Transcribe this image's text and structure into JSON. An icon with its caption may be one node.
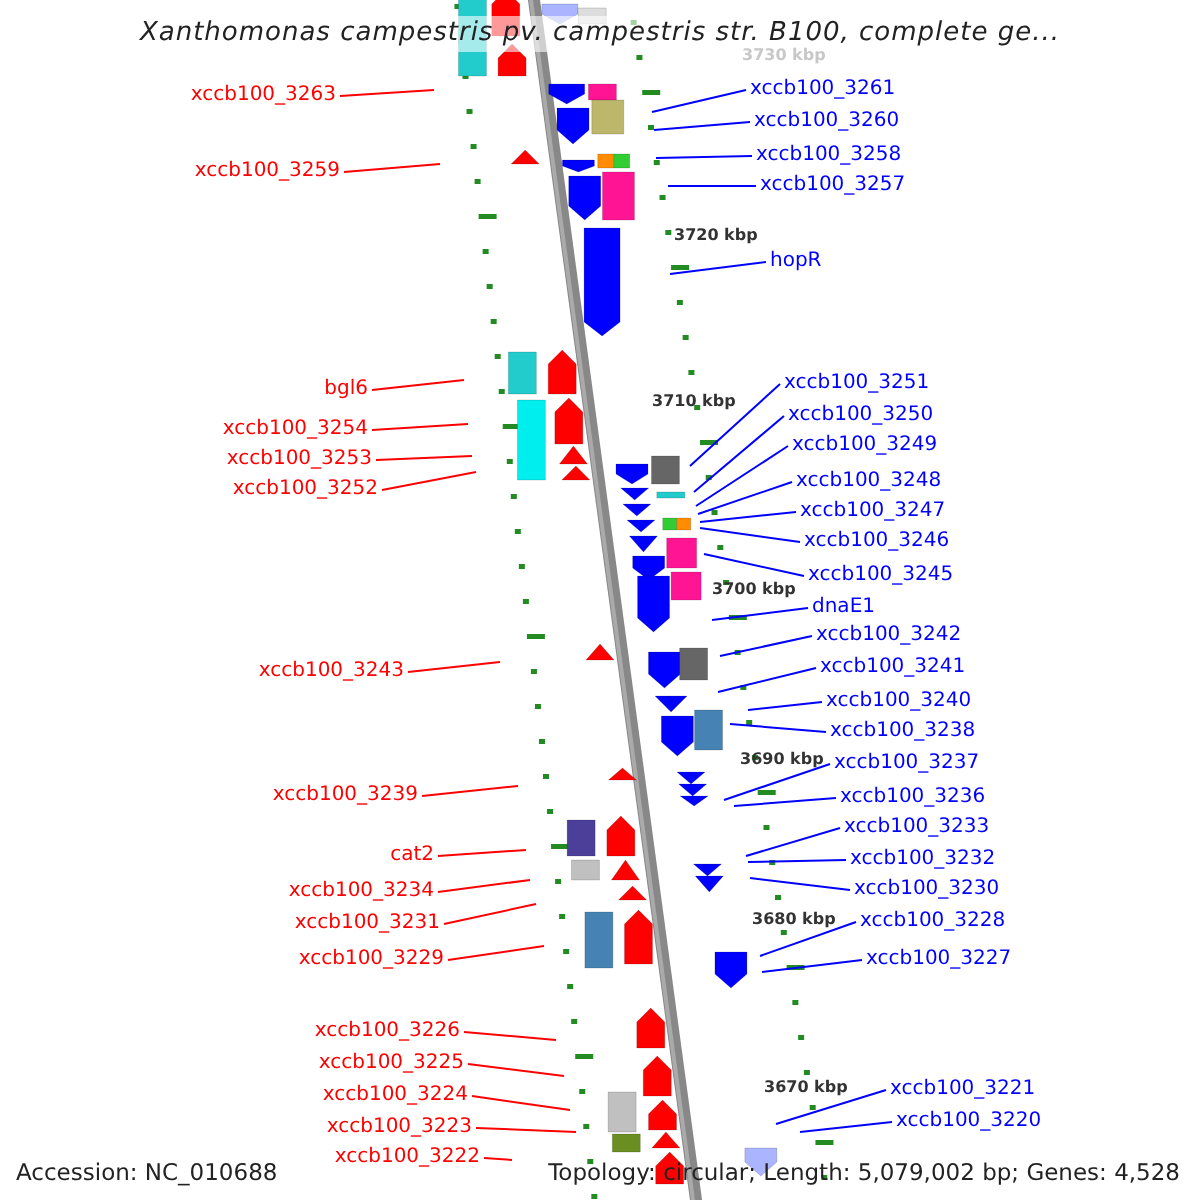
{
  "diagram": {
    "title": "Xanthomonas campestris pv. campestris str. B100, complete ge...",
    "nodes": [
      {
        "text": [
          "xccb100_3263"
        ]
      },
      {
        "text": [
          "xccb100_3259"
        ]
      },
      {
        "text": [
          "bgl6"
        ]
      },
      {
        "text": [
          "xccb100_3254"
        ]
      },
      {
        "text": [
          "xccb100_3253"
        ]
      },
      {
        "text": [
          "xccb100_3252"
        ]
      },
      {
        "text": [
          "xccb100_3243"
        ]
      },
      {
        "text": [
          "xccb100_3239"
        ]
      },
      {
        "text": [
          "cat2"
        ]
      },
      {
        "text": [
          "xccb100_3234"
        ]
      },
      {
        "text": [
          "xccb100_3231"
        ]
      },
      {
        "text": [
          "xccb100_3229"
        ]
      },
      {
        "text": [
          "xccb100_3226"
        ]
      },
      {
        "text": [
          "xccb100_3225"
        ]
      },
      {
        "text": [
          "xccb100_3224"
        ]
      },
      {
        "text": [
          "xccb100_3223"
        ]
      },
      {
        "text": [
          "xccb100_3222"
        ]
      },
      {
        "text": [
          "xccb100_3261"
        ]
      },
      {
        "text": [
          "xccb100_3260"
        ]
      },
      {
        "text": [
          "xccb100_3258"
        ]
      },
      {
        "text": [
          "xccb100_3257"
        ]
      },
      {
        "text": [
          "hopR"
        ]
      },
      {
        "text": [
          "xccb100_3251"
        ]
      },
      {
        "text": [
          "xccb100_3250"
        ]
      },
      {
        "text": [
          "xccb100_3249"
        ]
      },
      {
        "text": [
          "xccb100_3248"
        ]
      },
      {
        "text": [
          "xccb100_3247"
        ]
      },
      {
        "text": [
          "xccb100_3246"
        ]
      },
      {
        "text": [
          "xccb100_3245"
        ]
      },
      {
        "text": [
          "dnaE1"
        ]
      },
      {
        "text": [
          "xccb100_3242"
        ]
      },
      {
        "text": [
          "xccb100_3241"
        ]
      },
      {
        "text": [
          "xccb100_3240"
        ]
      },
      {
        "text": [
          "xccb100_3238"
        ]
      },
      {
        "text": [
          "xccb100_3237"
        ]
      },
      {
        "text": [
          "xccb100_3236"
        ]
      },
      {
        "text": [
          "xccb100_3233"
        ]
      },
      {
        "text": [
          "xccb100_3232"
        ]
      },
      {
        "text": [
          "xccb100_3230"
        ]
      },
      {
        "text": [
          "xccb100_3228"
        ]
      },
      {
        "text": [
          "xccb100_3227"
        ]
      },
      {
        "text": [
          "xccb100_3221"
        ]
      },
      {
        "text": [
          "xccb100_3220"
        ]
      }
    ],
    "edges": [
      {
        "from": 0,
        "to": null,
        "arrow": "none",
        "color": "#ff0000"
      },
      {
        "from": 1,
        "to": null,
        "arrow": "none",
        "color": "#ff0000"
      },
      {
        "from": 2,
        "to": null,
        "arrow": "none",
        "color": "#ff0000"
      },
      {
        "from": 3,
        "to": null,
        "arrow": "none",
        "color": "#ff0000"
      },
      {
        "from": 4,
        "to": null,
        "arrow": "none",
        "color": "#ff0000"
      },
      {
        "from": 5,
        "to": null,
        "arrow": "none",
        "color": "#ff0000"
      },
      {
        "from": 6,
        "to": null,
        "arrow": "none",
        "color": "#ff0000"
      },
      {
        "from": 7,
        "to": null,
        "arrow": "none",
        "color": "#ff0000"
      },
      {
        "from": 8,
        "to": null,
        "arrow": "none",
        "color": "#ff0000"
      },
      {
        "from": 9,
        "to": null,
        "arrow": "none",
        "color": "#ff0000"
      },
      {
        "from": 10,
        "to": null,
        "arrow": "none",
        "color": "#ff0000"
      },
      {
        "from": 11,
        "to": null,
        "arrow": "none",
        "color": "#ff0000"
      },
      {
        "from": 12,
        "to": null,
        "arrow": "none",
        "color": "#ff0000"
      },
      {
        "from": 13,
        "to": null,
        "arrow": "none",
        "color": "#ff0000"
      },
      {
        "from": 14,
        "to": null,
        "arrow": "none",
        "color": "#ff0000"
      },
      {
        "from": 15,
        "to": null,
        "arrow": "none",
        "color": "#ff0000"
      },
      {
        "from": 16,
        "to": null,
        "arrow": "none",
        "color": "#ff0000"
      },
      {
        "from": 17,
        "to": null,
        "arrow": "none"
      },
      {
        "from": 18,
        "to": null,
        "arrow": "none"
      },
      {
        "from": 19,
        "to": null,
        "arrow": "none"
      },
      {
        "from": 20,
        "to": null,
        "arrow": "none"
      },
      {
        "from": 21,
        "to": null,
        "arrow": "none"
      },
      {
        "from": 22,
        "to": null,
        "arrow": "none"
      },
      {
        "from": 23,
        "to": null,
        "arrow": "none"
      },
      {
        "from": 24,
        "to": null,
        "arrow": "none"
      },
      {
        "from": 25,
        "to": null,
        "arrow": "none"
      },
      {
        "from": 26,
        "to": null,
        "arrow": "none"
      },
      {
        "from": 27,
        "to": null,
        "arrow": "none"
      },
      {
        "from": 28,
        "to": null,
        "arrow": "none"
      },
      {
        "from": 29,
        "to": null,
        "arrow": "none"
      },
      {
        "from": 30,
        "to": null,
        "arrow": "none"
      },
      {
        "from": 31,
        "to": null,
        "arrow": "none"
      },
      {
        "from": 32,
        "to": null,
        "arrow": "none"
      },
      {
        "from": 33,
        "to": null,
        "arrow": "none"
      },
      {
        "from": 34,
        "to": null,
        "arrow": "none"
      },
      {
        "from": 35,
        "to": null,
        "arrow": "none"
      },
      {
        "from": 36,
        "to": null,
        "arrow": "none"
      },
      {
        "from": 37,
        "to": null,
        "arrow": "none"
      },
      {
        "from": 38,
        "to": null,
        "arrow": "none"
      },
      {
        "from": 39,
        "to": null,
        "arrow": "none"
      },
      {
        "from": 40,
        "to": null,
        "arrow": "none"
      },
      {
        "from": 41,
        "to": null,
        "arrow": "none"
      },
      {
        "from": 42,
        "to": null,
        "arrow": "none"
      }
    ],
    "labels": [
      "3730 kbp",
      "3720 kbp",
      "3710 kbp",
      "3700 kbp",
      "3690 kbp",
      "3680 kbp",
      "3670 kbp",
      "Accession: NC_010688",
      "Topology: circular; Length: 5,079,002 bp; Genes: 4,528"
    ]
  }
}
